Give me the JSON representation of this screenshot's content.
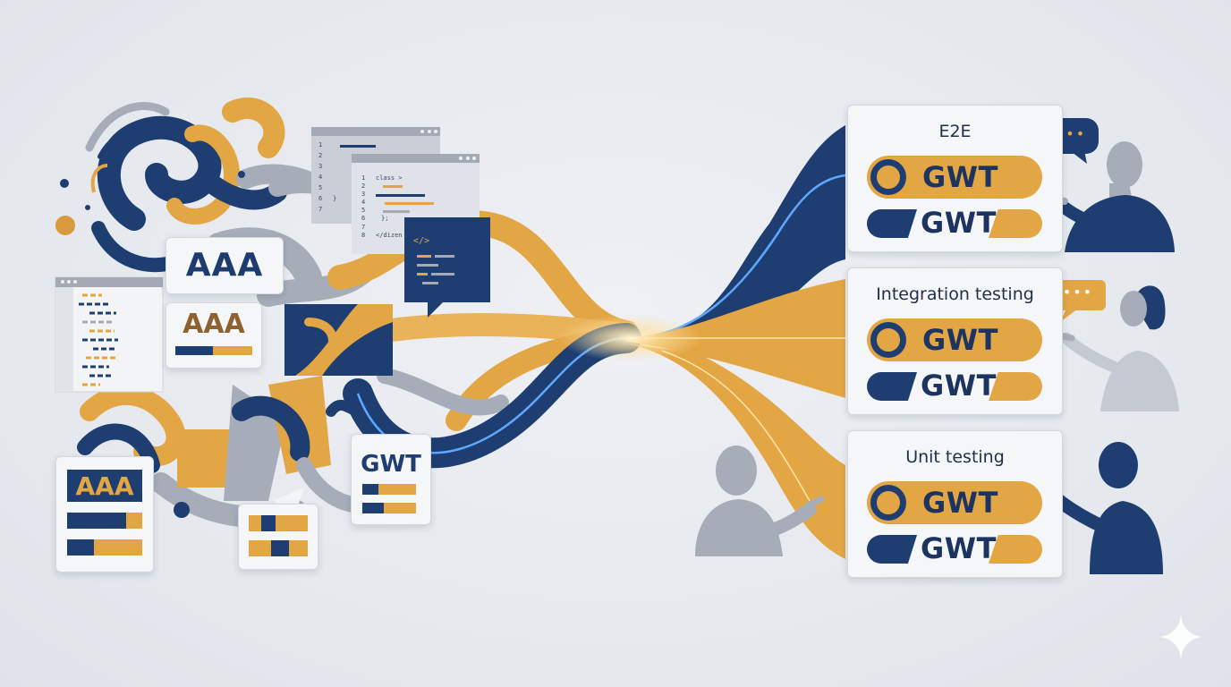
{
  "cards": [
    {
      "title": "E2E",
      "pill1": "GWT",
      "pill2": "GWT"
    },
    {
      "title": "Integration testing",
      "pill1": "GWT",
      "pill2": "GWT"
    },
    {
      "title": "Unit testing",
      "pill1": "GWT",
      "pill2": "GWT"
    }
  ],
  "left_labels": {
    "aaa_top": "AAA",
    "aaa_mid": "AAA",
    "aaa_bottom": "AAA",
    "gwt_small": "GWT"
  },
  "code_snippets": {
    "back_lines": [
      "1",
      "2",
      "3",
      "4",
      "5",
      "6",
      "7"
    ],
    "back_line6": "}",
    "front_class": "class >",
    "front_lines": [
      "1",
      "2",
      "3",
      "4",
      "5",
      "6",
      "7",
      "8"
    ],
    "front_line6": "};",
    "front_close": "</dizen",
    "code_tag": "</>"
  },
  "bubbles": {
    "dots": "•••"
  },
  "colors": {
    "navy": "#1e3e72",
    "gold": "#e3a645",
    "grey": "#a7adb8",
    "glow": "#5fa8ff"
  }
}
